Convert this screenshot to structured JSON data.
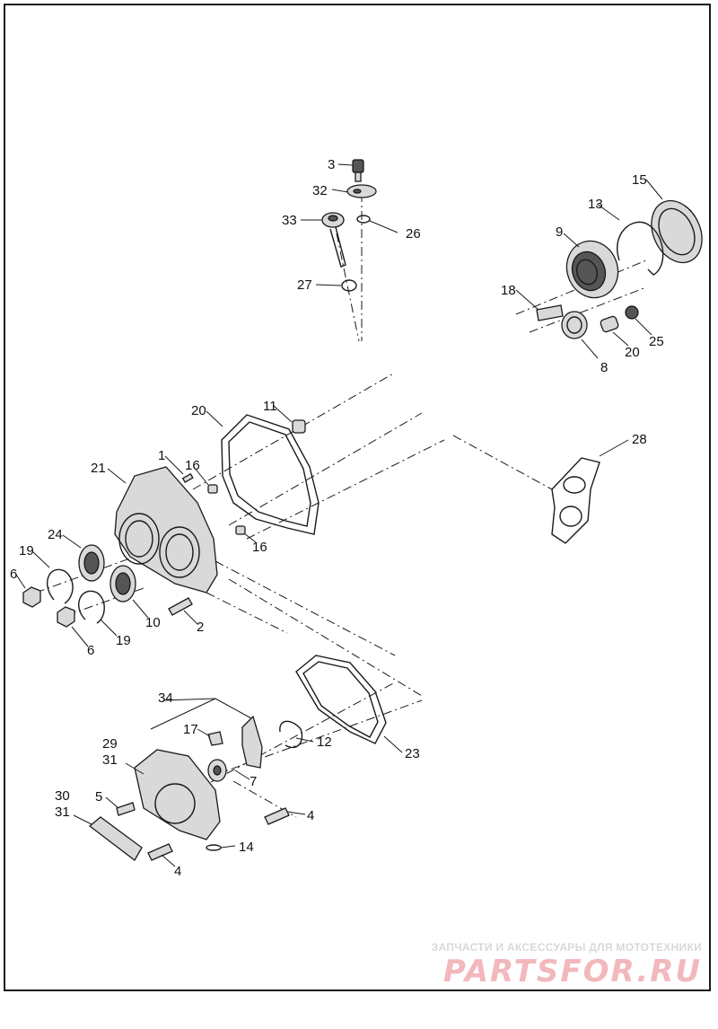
{
  "diagram": {
    "callouts": [
      "3",
      "32",
      "33",
      "26",
      "27",
      "15",
      "13",
      "9",
      "18",
      "8",
      "20",
      "25",
      "20",
      "11",
      "28",
      "1",
      "16",
      "21",
      "16",
      "24",
      "19",
      "6",
      "10",
      "2",
      "19",
      "6",
      "34",
      "17",
      "12",
      "23",
      "29",
      "31",
      "7",
      "5",
      "4",
      "30",
      "31",
      "4",
      "14"
    ]
  },
  "watermark": {
    "tagline": "ЗАПЧАСТИ И АКСЕССУАРЫ ДЛЯ МОТОТЕХНИКИ",
    "logo": "PARTSFOR.RU"
  }
}
